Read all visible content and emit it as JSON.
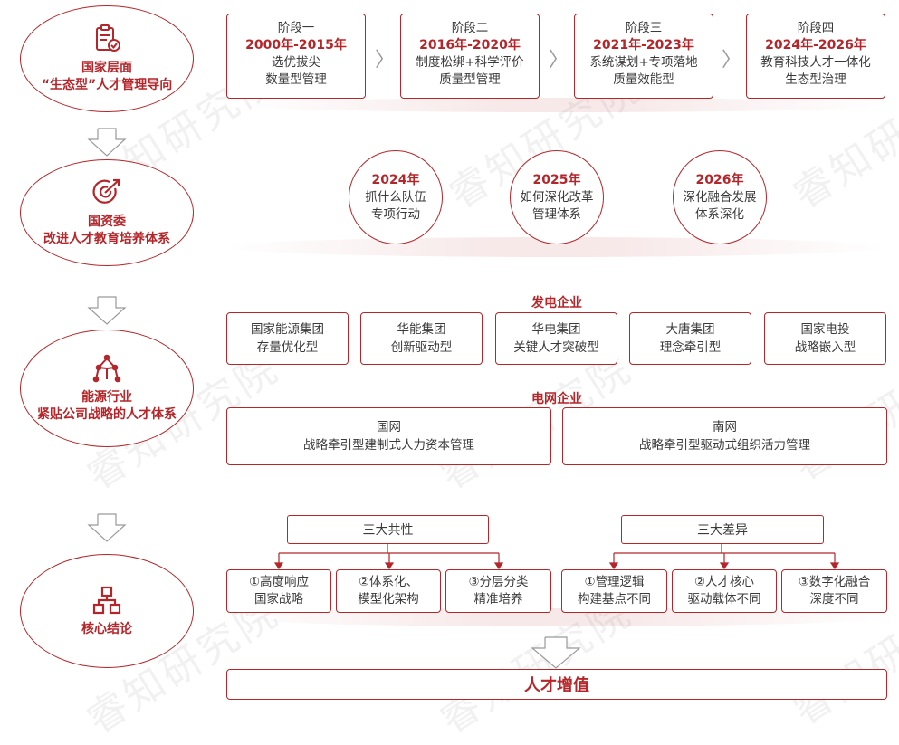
{
  "watermark": "睿知研究院",
  "sidebar": [
    {
      "icon": "clipboard-check-icon",
      "title_red": "国家层面",
      "title_dark": "“生态型”人才管理导向"
    },
    {
      "icon": "target-icon",
      "title_red": "国资委",
      "title_dark": "改进人才教育培养体系"
    },
    {
      "icon": "network-nodes-icon",
      "title_red": "能源行业",
      "title_dark": "紧贴公司战略的人才体系"
    },
    {
      "icon": "org-chart-icon",
      "title_red": "核心结论",
      "title_dark": ""
    }
  ],
  "stages": [
    {
      "name": "阶段一",
      "years": "2000年-2015年",
      "line1": "选优拔尖",
      "line2": "数量型管理"
    },
    {
      "name": "阶段二",
      "years": "2016年-2020年",
      "line1": "制度松绑+科学评价",
      "line2": "质量型管理"
    },
    {
      "name": "阶段三",
      "years": "2021年-2023年",
      "line1": "系统谋划+专项落地",
      "line2": "质量效能型"
    },
    {
      "name": "阶段四",
      "years": "2024年-2026年",
      "line1": "教育科技人才一体化",
      "line2": "生态型治理"
    }
  ],
  "sasac": [
    {
      "year": "2024年",
      "line1": "抓什么队伍",
      "line2": "专项行动"
    },
    {
      "year": "2025年",
      "line1": "如何深化改革",
      "line2": "管理体系"
    },
    {
      "year": "2026年",
      "line1": "深化融合发展",
      "line2": "体系深化"
    }
  ],
  "power_gen": {
    "label": "发电企业",
    "companies": [
      {
        "name": "国家能源集团",
        "type": "存量优化型"
      },
      {
        "name": "华能集团",
        "type": "创新驱动型"
      },
      {
        "name": "华电集团",
        "type": "关键人才突破型"
      },
      {
        "name": "大唐集团",
        "type": "理念牵引型"
      },
      {
        "name": "国家电投",
        "type": "战略嵌入型"
      }
    ]
  },
  "grid": {
    "label": "电网企业",
    "companies": [
      {
        "name": "国网",
        "type": "战略牵引型建制式人力资本管理"
      },
      {
        "name": "南网",
        "type": "战略牵引型驱动式组织活力管理"
      }
    ]
  },
  "conclusion": {
    "commons_title": "三大共性",
    "commons": [
      {
        "line1": "①高度响应",
        "line2": "国家战略"
      },
      {
        "line1": "②体系化、",
        "line2": "模型化架构"
      },
      {
        "line1": "③分层分类",
        "line2": "精准培养"
      }
    ],
    "diffs_title": "三大差异",
    "diffs": [
      {
        "line1": "①管理逻辑",
        "line2": "构建基点不同"
      },
      {
        "line1": "②人才核心",
        "line2": "驱动载体不同"
      },
      {
        "line1": "③数字化融合",
        "line2": "深度不同"
      }
    ],
    "final": "人才增值"
  },
  "colors": {
    "accent": "#b5262a",
    "text": "#3a3a3a",
    "arrow": "#9a9a9a"
  }
}
